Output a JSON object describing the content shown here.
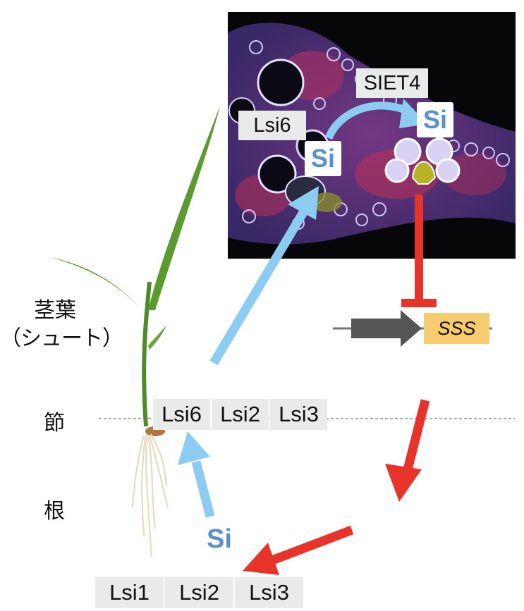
{
  "labels": {
    "shoot_line1": "茎葉",
    "shoot_line2": "（シュート）",
    "node": "節",
    "root": "根",
    "gene_sss": "SSS",
    "transporter_siet4": "SIET4",
    "transporter_lsi6_top": "Lsi6",
    "si_top_left": "Si",
    "si_top_right": "Si",
    "si_root": "Si"
  },
  "node_transporters": [
    "Lsi6",
    "Lsi2",
    "Lsi3"
  ],
  "root_transporters": [
    "Lsi1",
    "Lsi2",
    "Lsi3"
  ],
  "colors": {
    "blue_arrow": "#8ccbf2",
    "red_arrow": "#e8332a",
    "si_text": "#5a8fd0",
    "gene_box": "#f8cb6e",
    "promoter_arrow": "#555555",
    "plant_green": "#4f8a2a"
  }
}
